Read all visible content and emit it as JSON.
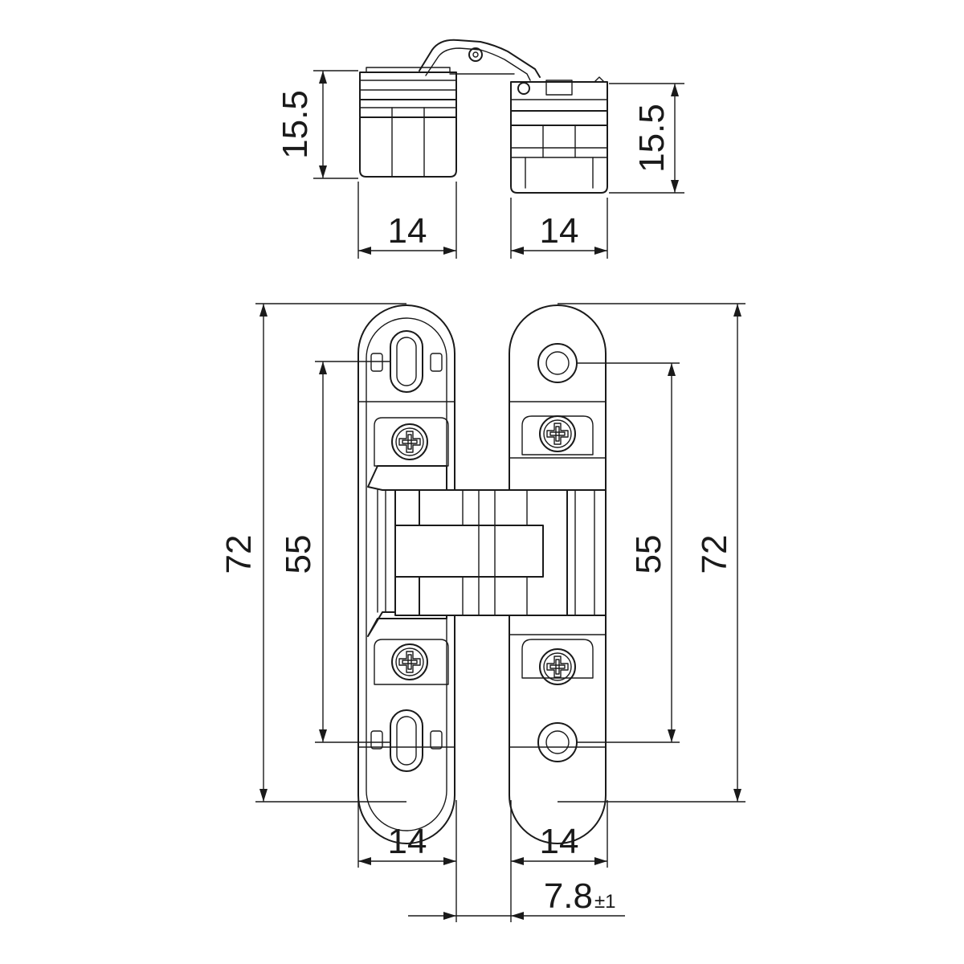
{
  "dimensions": {
    "top_left_height": "15.5",
    "top_right_height": "15.5",
    "top_left_width": "14",
    "top_right_width": "14",
    "front_left_total": "72",
    "front_left_hole_spacing": "55",
    "front_right_hole_spacing": "55",
    "front_right_total": "72",
    "bottom_left_width": "14",
    "bottom_right_width": "14",
    "offset_value": "7.8",
    "offset_tolerance": "±1"
  },
  "colors": {
    "line": "#1a1a1a",
    "background": "#ffffff"
  }
}
